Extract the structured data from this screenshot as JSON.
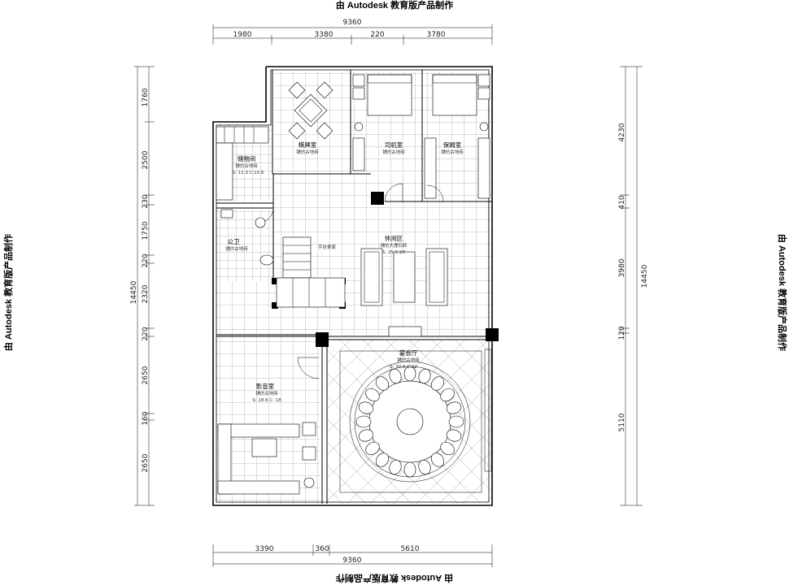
{
  "watermark": "由 Autodesk 教育版产品制作",
  "dims_top": {
    "total": "9360",
    "segments": [
      "1980",
      "3380",
      "220",
      "3780"
    ]
  },
  "dims_bottom": {
    "total": "9360",
    "segments": [
      "3390",
      "360",
      "5610"
    ]
  },
  "dims_left": {
    "total": "14450",
    "segments": [
      "1760",
      "2500",
      "230",
      "1750",
      "220",
      "2320",
      "220",
      "2650",
      "160",
      "2650"
    ]
  },
  "dims_right": {
    "total": "14450",
    "segments": [
      "4230",
      "410",
      "3980",
      "120",
      "5110"
    ]
  },
  "rooms": [
    {
      "name": "棋牌室",
      "sub": "铺仿古地砖"
    },
    {
      "name": "司机室",
      "sub": "铺仿古地砖"
    },
    {
      "name": "保姆室",
      "sub": "铺仿古地砖"
    },
    {
      "name": "储物间",
      "sub": "铺仿古地砖",
      "area": "S: 11.3 C:15.6"
    },
    {
      "name": "公卫",
      "sub": "铺仿古地砖"
    },
    {
      "name": "休闲区",
      "sub": "铺仿大理石砖",
      "area": "S: 25 C:20"
    },
    {
      "name": "影音室",
      "sub": "铺仿古地砖",
      "area": "S: 18.6 C: 18"
    },
    {
      "name": "宴会厅",
      "sub": "铺仿古地砖",
      "area": "S: 30.6 C:22"
    }
  ],
  "labels": {
    "stair": "手扶拿家"
  }
}
